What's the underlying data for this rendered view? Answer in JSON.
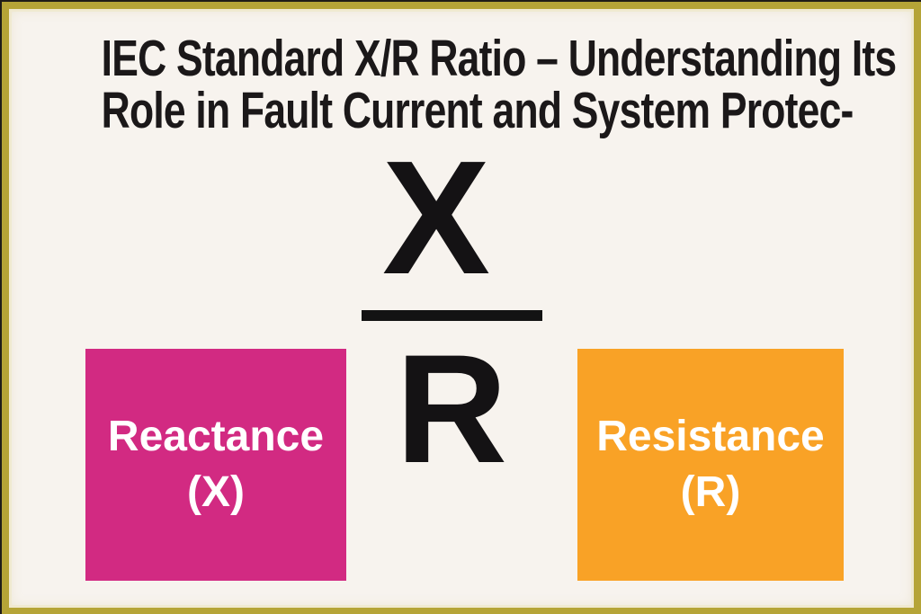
{
  "title": {
    "line1": "IEC Standard X/R Ratio – Understanding Its",
    "line2": "Role in Fault Current and System Protec-"
  },
  "fraction": {
    "numerator": "X",
    "denominator": "R"
  },
  "boxes": {
    "reactance": {
      "label": "Reactance",
      "symbol": "(X)",
      "color": "#d22a82"
    },
    "resistance": {
      "label": "Resistance",
      "symbol": "(R)",
      "color": "#f9a226"
    }
  },
  "colors": {
    "canvas_background": "#f7f3ee",
    "frame_border": "#b5a437",
    "frame_edge": "#1e1c18",
    "title_text": "#1b1819",
    "fraction_text": "#141214",
    "box_text": "#ffffff"
  }
}
